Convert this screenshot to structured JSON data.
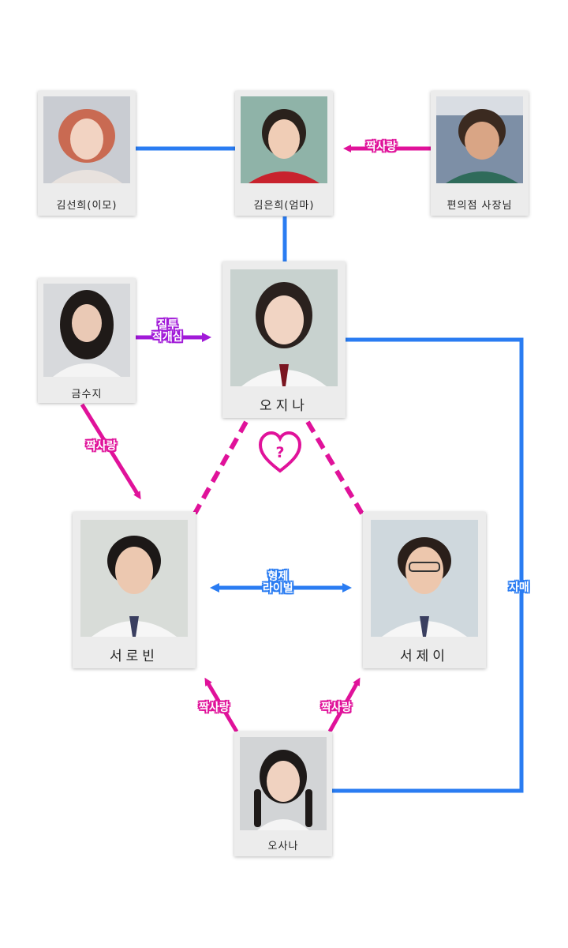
{
  "colors": {
    "blue": "#2a7cf2",
    "pink": "#e0129a",
    "purple": "#a11ad8",
    "card_bg": "#ececec"
  },
  "characters": {
    "kim_seonhui": {
      "name": "김선희(이모)"
    },
    "kim_eunhui": {
      "name": "김은희(엄마)"
    },
    "store_owner": {
      "name": "편의점 사장님"
    },
    "geum_suji": {
      "name": "금수지"
    },
    "oh_jina": {
      "name": "오지나"
    },
    "seo_robin": {
      "name": "서로빈"
    },
    "seo_jei": {
      "name": "서제이"
    },
    "oh_sana": {
      "name": "오사나"
    }
  },
  "relations": {
    "owner_to_eunhui": "짝사랑",
    "suji_to_jina_1": "질투",
    "suji_to_jina_2": "적개심",
    "suji_to_robin": "짝사랑",
    "brothers_1": "형제",
    "brothers_2": "라이벌",
    "sisters": "자매",
    "sana_to_robin": "짝사랑",
    "sana_to_jei": "짝사랑",
    "love_question": "?"
  }
}
